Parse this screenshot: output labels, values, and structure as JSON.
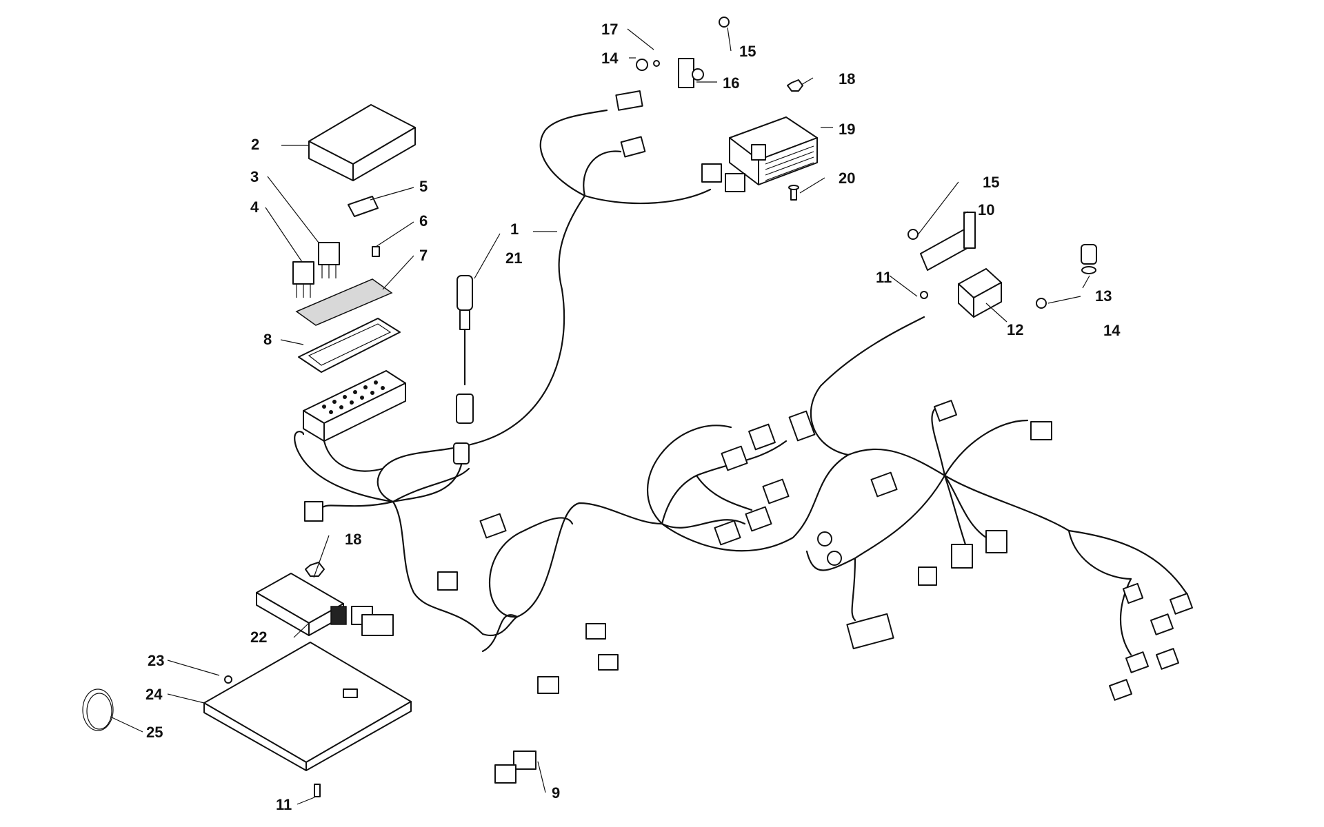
{
  "callouts": {
    "c1": "1",
    "c2": "2",
    "c3": "3",
    "c4": "4",
    "c5": "5",
    "c6": "6",
    "c7": "7",
    "c8": "8",
    "c9": "9",
    "c10": "10",
    "c11a": "11",
    "c11b": "11",
    "c12": "12",
    "c13": "13",
    "c14a": "14",
    "c14b": "14",
    "c15a": "15",
    "c15b": "15",
    "c16": "16",
    "c17": "17",
    "c18a": "18",
    "c18b": "18",
    "c19": "19",
    "c20": "20",
    "c21": "21",
    "c22": "22",
    "c23": "23",
    "c24": "24",
    "c25": "25"
  }
}
